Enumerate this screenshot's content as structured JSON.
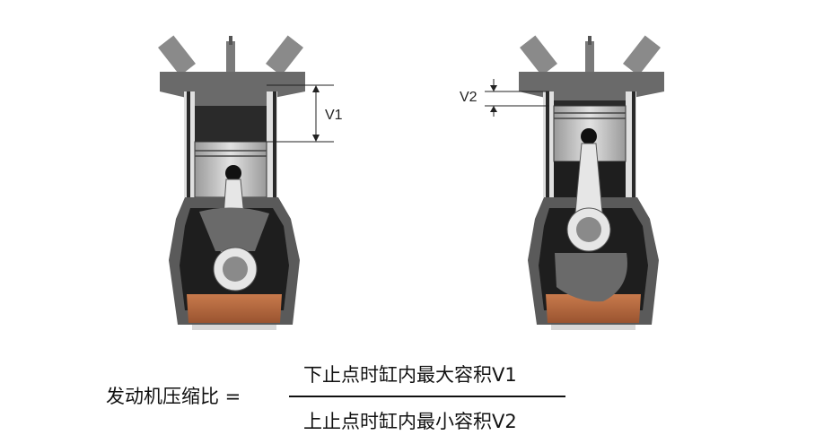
{
  "diagram": {
    "left_label": "V1",
    "right_label": "V2"
  },
  "formula": {
    "lhs": "发动机压缩比 =",
    "numerator": "下止点时缸内最大容积V1",
    "denominator": "上止点时缸内最小容积V2"
  },
  "colors": {
    "block": "#5a5a5a",
    "block_dark": "#1e1e1e",
    "oil": "#b86a3f",
    "piston": "#d0d0d0",
    "rod": "#e6e6e6",
    "crank": "#6a6a6a"
  }
}
